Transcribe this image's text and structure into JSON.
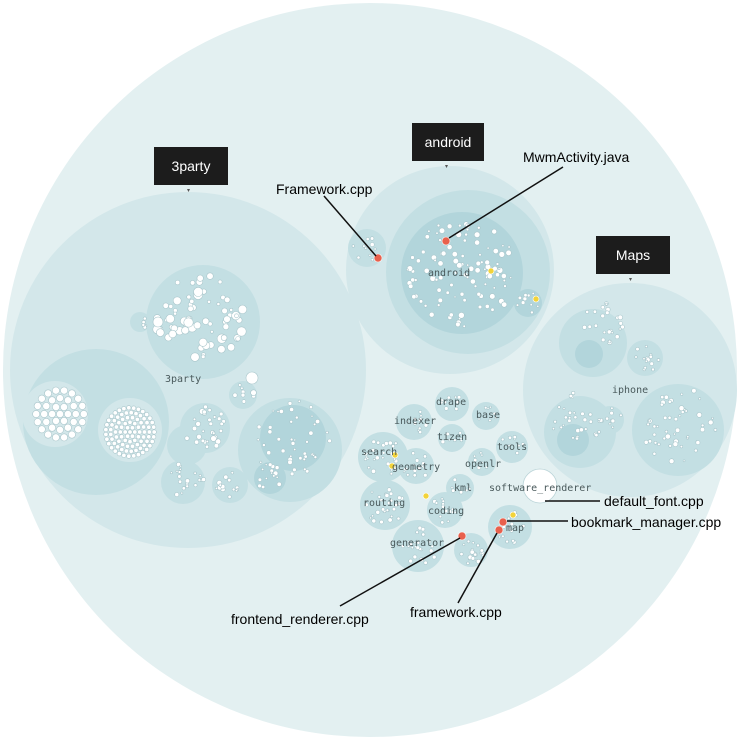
{
  "chart_data": {
    "type": "circle-packing",
    "title": "",
    "colors": {
      "background": "#ffffff",
      "root": "#e3f0f1",
      "depth1": "#d3e7ea",
      "depth2": "#c3dfe3",
      "depth3": "#b2d5db",
      "file": "#ffffff",
      "highlight_red": "#e8604c",
      "highlight_yellow": "#f2d33a",
      "tag_bg": "#1c1c1c"
    },
    "tags": [
      {
        "id": "tag-3party",
        "text": "3party"
      },
      {
        "id": "tag-android",
        "text": "android"
      },
      {
        "id": "tag-maps",
        "text": "Maps"
      }
    ],
    "folders": [
      {
        "id": "3party",
        "text": "3party"
      },
      {
        "id": "android",
        "text": "android"
      },
      {
        "id": "iphone",
        "text": "iphone"
      },
      {
        "id": "drape",
        "text": "drape"
      },
      {
        "id": "base",
        "text": "base"
      },
      {
        "id": "indexer",
        "text": "indexer"
      },
      {
        "id": "tizen",
        "text": "tizen"
      },
      {
        "id": "search",
        "text": "search"
      },
      {
        "id": "tools",
        "text": "tools"
      },
      {
        "id": "geometry",
        "text": "geometry"
      },
      {
        "id": "openlr",
        "text": "openlr"
      },
      {
        "id": "kml",
        "text": "kml"
      },
      {
        "id": "software_renderer",
        "text": "software_renderer"
      },
      {
        "id": "routing",
        "text": "routing"
      },
      {
        "id": "coding",
        "text": "coding"
      },
      {
        "id": "generator",
        "text": "generator"
      },
      {
        "id": "map",
        "text": "map"
      }
    ],
    "callouts": [
      {
        "id": "MwmActivity",
        "text": "MwmActivity.java"
      },
      {
        "id": "Framework",
        "text": "Framework.cpp"
      },
      {
        "id": "default_font",
        "text": "default_font.cpp"
      },
      {
        "id": "bookmark_manager",
        "text": "bookmark_manager.cpp"
      },
      {
        "id": "frontend_renderer",
        "text": "frontend_renderer.cpp"
      },
      {
        "id": "framework",
        "text": "framework.cpp"
      }
    ]
  }
}
